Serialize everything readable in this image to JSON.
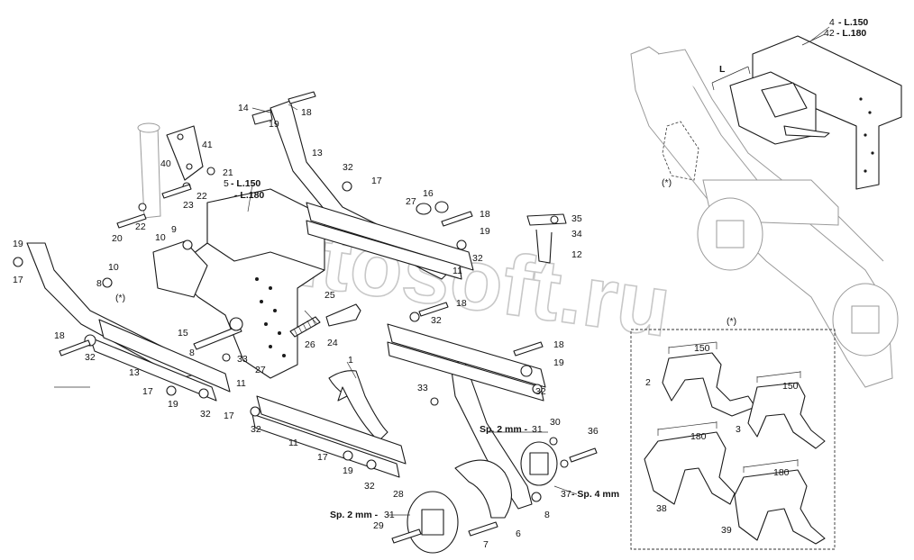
{
  "watermark": "Autosoft.ru",
  "callouts": {
    "c1": "1",
    "c2": "2",
    "c3": "3",
    "c4": "4",
    "c5": "5",
    "c6": "6",
    "c7": "7",
    "c8": "8",
    "c9": "9",
    "c10": "10",
    "c11": "11",
    "c12": "12",
    "c13": "13",
    "c14": "14",
    "c15": "15",
    "c16": "16",
    "c17": "17",
    "c18": "18",
    "c19": "19",
    "c20": "20",
    "c21": "21",
    "c22": "22",
    "c23": "23",
    "c24": "24",
    "c25": "25",
    "c26": "26",
    "c27": "27",
    "c28": "28",
    "c29": "29",
    "c30": "30",
    "c31": "31",
    "c32": "32",
    "c33": "33",
    "c34": "34",
    "c35": "35",
    "c36": "36",
    "c37": "37",
    "c38": "38",
    "c39": "39",
    "c40": "40",
    "c41": "41",
    "c42": "42"
  },
  "notes": {
    "l150": "- L.150",
    "l180": "- L.180",
    "sp2": "Sp. 2 mm -",
    "sp4": "- Sp. 4 mm",
    "asterisk": "(*)",
    "dim_L": "L",
    "dim150": "150",
    "dim180": "180"
  }
}
